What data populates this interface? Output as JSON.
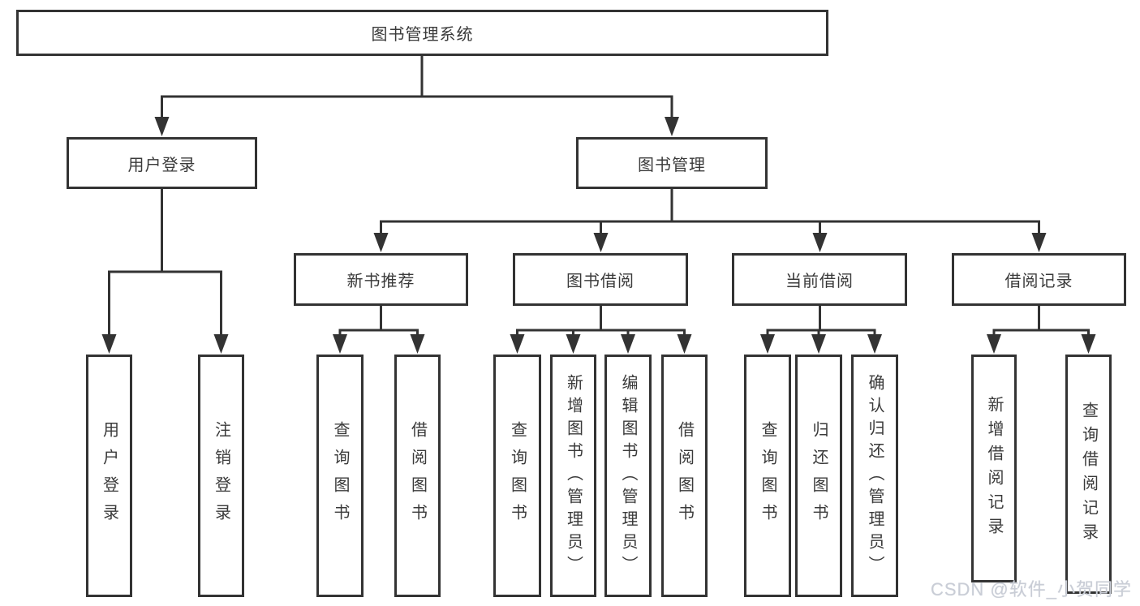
{
  "diagram": {
    "root": {
      "label": "图书管理系统"
    },
    "level2": [
      {
        "label": "用户登录",
        "children": [
          {
            "label": "用户登录"
          },
          {
            "label": "注销登录"
          }
        ]
      },
      {
        "label": "图书管理",
        "children": [
          {
            "label": "新书推荐",
            "children": [
              {
                "label": "查询图书"
              },
              {
                "label": "借阅图书"
              }
            ]
          },
          {
            "label": "图书借阅",
            "children": [
              {
                "label": "查询图书"
              },
              {
                "label": "新增图书（管理员）"
              },
              {
                "label": "编辑图书（管理员）"
              },
              {
                "label": "借阅图书"
              }
            ]
          },
          {
            "label": "当前借阅",
            "children": [
              {
                "label": "查询图书"
              },
              {
                "label": "归还图书"
              },
              {
                "label": "确认归还（管理员）"
              }
            ]
          },
          {
            "label": "借阅记录",
            "children": [
              {
                "label": "新增借阅记录"
              },
              {
                "label": "查询借阅记录"
              }
            ]
          }
        ]
      }
    ],
    "watermark": "CSDN @软件_小贺同学",
    "colors": {
      "line": "#333333",
      "text": "#3a3a3a",
      "background": "#ffffff",
      "watermark": "#c9cdd6"
    }
  }
}
